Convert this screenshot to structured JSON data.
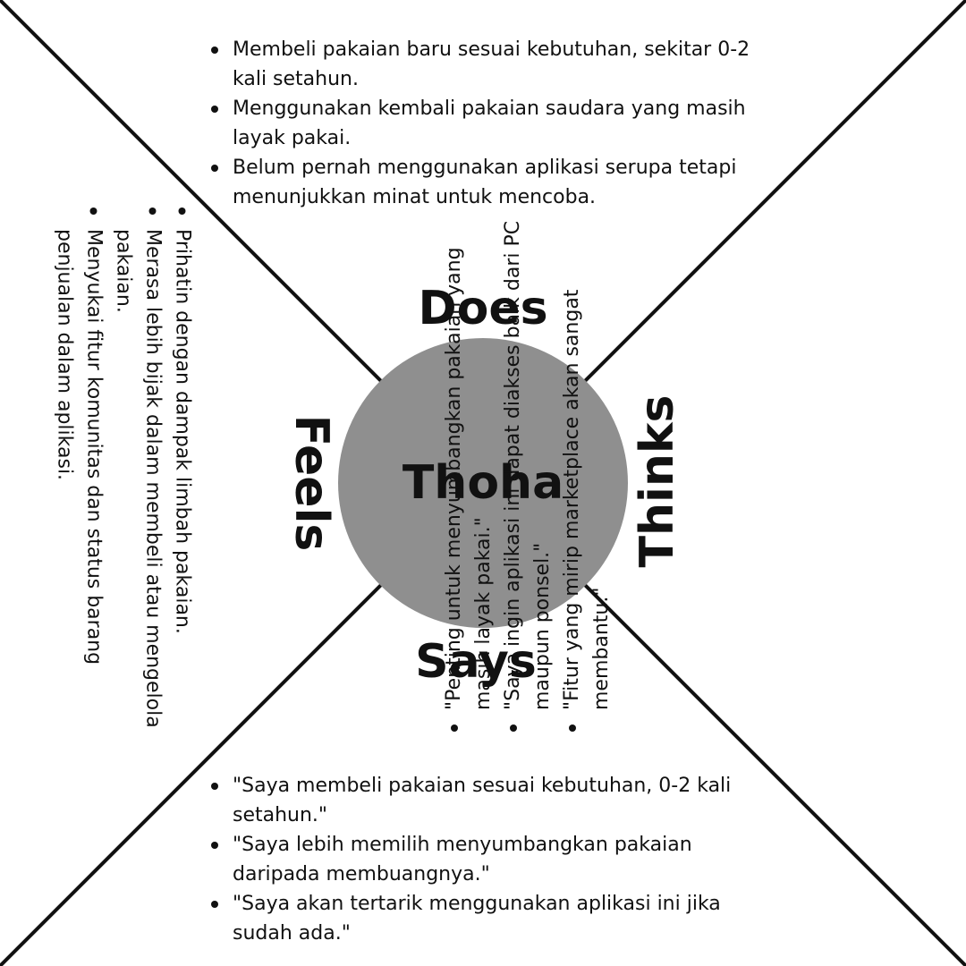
{
  "persona": {
    "name": "Thoha"
  },
  "quadrants": {
    "does": {
      "label": "Does",
      "items": [
        "Membeli pakaian baru sesuai kebutuhan, sekitar 0-2 kali setahun.",
        "Menggunakan kembali pakaian saudara yang masih layak pakai.",
        "Belum pernah menggunakan aplikasi serupa tetapi menunjukkan minat untuk mencoba."
      ]
    },
    "says": {
      "label": "Says",
      "items": [
        "\"Saya membeli pakaian sesuai kebutuhan, 0-2 kali setahun.\"",
        "\"Saya lebih memilih menyumbangkan pakaian daripada membuangnya.\"",
        "\"Saya akan tertarik menggunakan aplikasi ini jika sudah ada.\""
      ]
    },
    "thinks": {
      "label": "Thinks",
      "items": [
        "\"Penting untuk menyumbangkan pakaian yang masih layak pakai.\"",
        "\"Saya ingin aplikasi ini dapat diakses baik dari PC maupun ponsel.\"",
        "\"Fitur yang mirip marketplace akan sangat membantu.\""
      ]
    },
    "feels": {
      "label": "Feels",
      "items": [
        "Prihatin dengan dampak limbah pakaian.",
        "Merasa lebih bijak dalam membeli atau mengelola pakaian.",
        "Menyukai fitur komunitas dan status barang penjualan dalam aplikasi."
      ]
    }
  },
  "colors": {
    "hub": "#8f8f8f",
    "text": "#111111",
    "lines": "#111111",
    "background": "#ffffff"
  }
}
